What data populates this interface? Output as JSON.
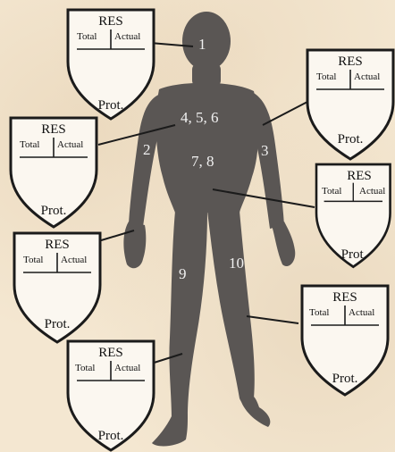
{
  "shield": {
    "title": "RES",
    "total": "Total",
    "actual": "Actual",
    "prot": "Prot."
  },
  "locations": [
    "1",
    "4, 5, 6",
    "2",
    "3",
    "7, 8",
    "9",
    "10"
  ],
  "colors": {
    "figure": "#5a5654",
    "shield_fill": "#fbf7f0",
    "shield_stroke": "#1b1b1b",
    "background": "#f3e6cf",
    "number_text": "#f1f1f1"
  }
}
